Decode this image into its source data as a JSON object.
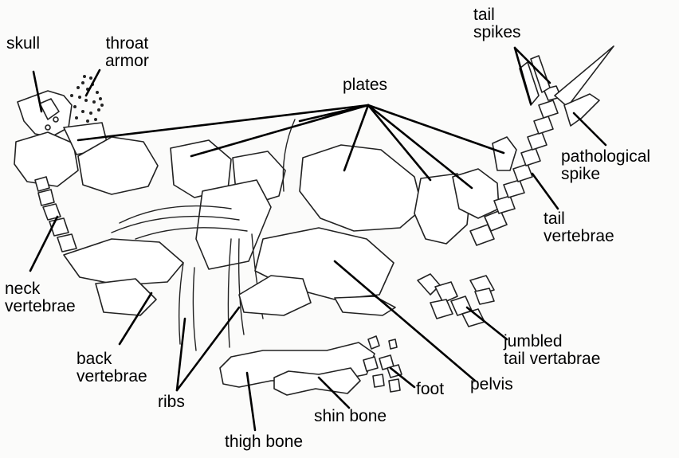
{
  "labels": {
    "skull": "skull",
    "throat_armor": [
      "throat",
      "armor"
    ],
    "plates": "plates",
    "tail_spikes": [
      "tail",
      "spikes"
    ],
    "pathological_spike": [
      "pathological",
      "spike"
    ],
    "tail_vertebrae": [
      "tail",
      "vertebrae"
    ],
    "neck_vertebrae": [
      "neck",
      "vertebrae"
    ],
    "back_vertebrae": [
      "back",
      "vertebrae"
    ],
    "ribs": "ribs",
    "thigh_bone": "thigh bone",
    "shin_bone": "shin bone",
    "foot": "foot",
    "pelvis": "pelvis",
    "jumbled_tail_vertebrae": [
      "jumbled",
      "tail vertabrae"
    ]
  }
}
